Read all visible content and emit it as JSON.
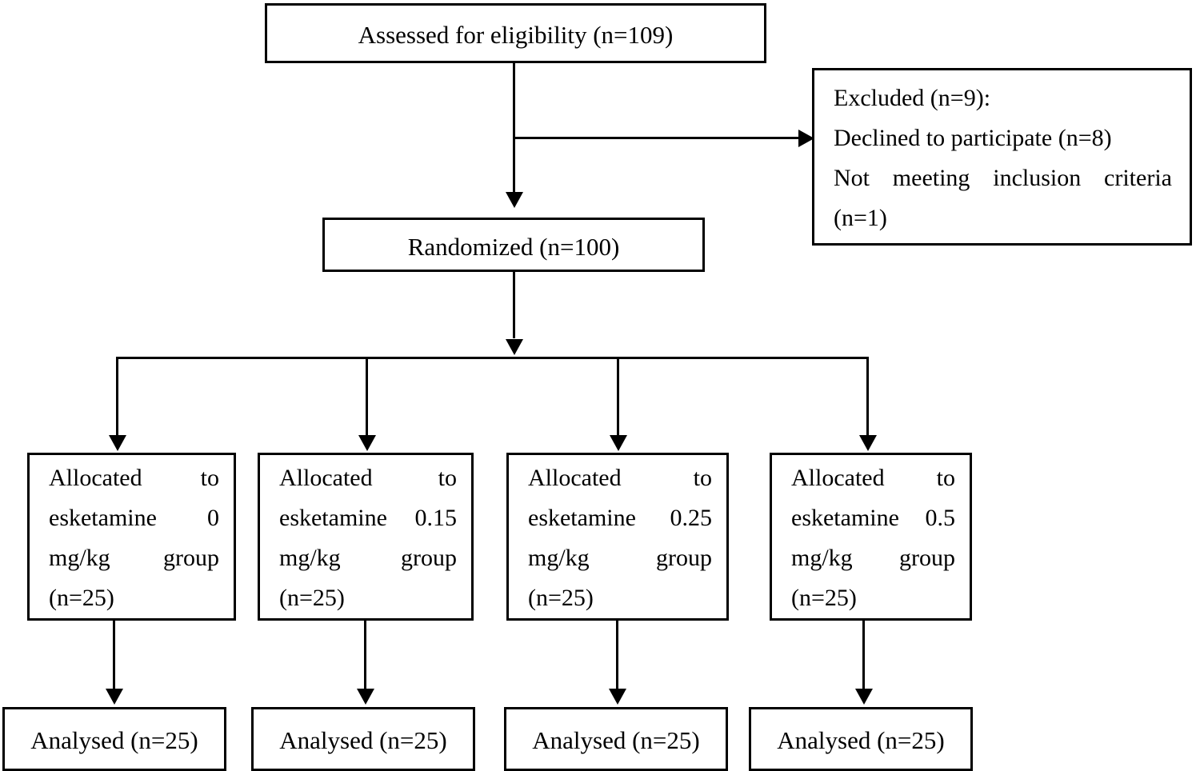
{
  "diagram": {
    "title": "CONSORT participant flow diagram",
    "type": "flowchart",
    "line_color": "#000000",
    "background_color": "#ffffff",
    "text_color": "#000000"
  },
  "nodes": {
    "assessed": {
      "label": "Assessed for eligibility (n=109)",
      "n": 109
    },
    "excluded": {
      "line1": "Excluded (n=9):",
      "line2": "Declined to participate (n=8)",
      "line3a": "Not",
      "line3b": "meeting",
      "line3c": "inclusion",
      "line3d": "criteria",
      "line4": "(n=1)",
      "n_total": 9,
      "n_declined": 8,
      "n_not_meeting": 1
    },
    "randomized": {
      "label": "Randomized (n=100)",
      "n": 100
    },
    "allocations": [
      {
        "l1a": "Allocated",
        "l1b": "to",
        "l2a": "esketamine",
        "l2b": "0",
        "l3a": "mg/kg",
        "l3b": "group",
        "l4": "(n=25)",
        "dose": "0 mg/kg",
        "n": 25
      },
      {
        "l1a": "Allocated",
        "l1b": "to",
        "l2a": "esketamine",
        "l2b": "0.15",
        "l3a": "mg/kg",
        "l3b": "group",
        "l4": "(n=25)",
        "dose": "0.15 mg/kg",
        "n": 25
      },
      {
        "l1a": "Allocated",
        "l1b": "to",
        "l2a": "esketamine",
        "l2b": "0.25",
        "l3a": "mg/kg",
        "l3b": "group",
        "l4": "(n=25)",
        "dose": "0.25 mg/kg",
        "n": 25
      },
      {
        "l1a": "Allocated",
        "l1b": "to",
        "l2a": "esketamine",
        "l2b": "0.5",
        "l3a": "mg/kg",
        "l3b": "group",
        "l4": "(n=25)",
        "dose": "0.5 mg/kg",
        "n": 25
      }
    ],
    "analysed": [
      {
        "label": "Analysed (n=25)",
        "n": 25
      },
      {
        "label": "Analysed (n=25)",
        "n": 25
      },
      {
        "label": "Analysed (n=25)",
        "n": 25
      },
      {
        "label": "Analysed (n=25)",
        "n": 25
      }
    ]
  }
}
